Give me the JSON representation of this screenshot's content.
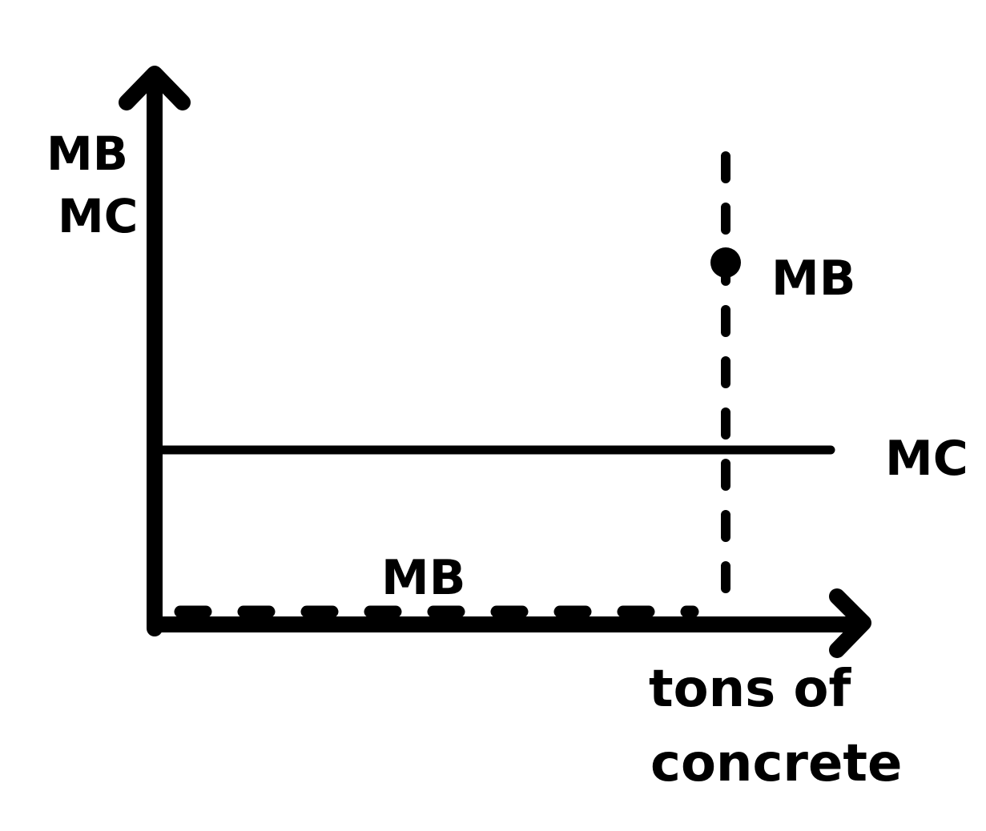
{
  "diagram": {
    "y_axis_label_line1": "MB",
    "y_axis_label_line2": "MC",
    "x_axis_label_line1": "tons of",
    "x_axis_label_line2": "concrete",
    "mc_curve_label": "MC",
    "mb_point_label": "MB",
    "mb_line_label": "MB"
  },
  "colors": {
    "ink": "#000000",
    "background": "#ffffff"
  }
}
